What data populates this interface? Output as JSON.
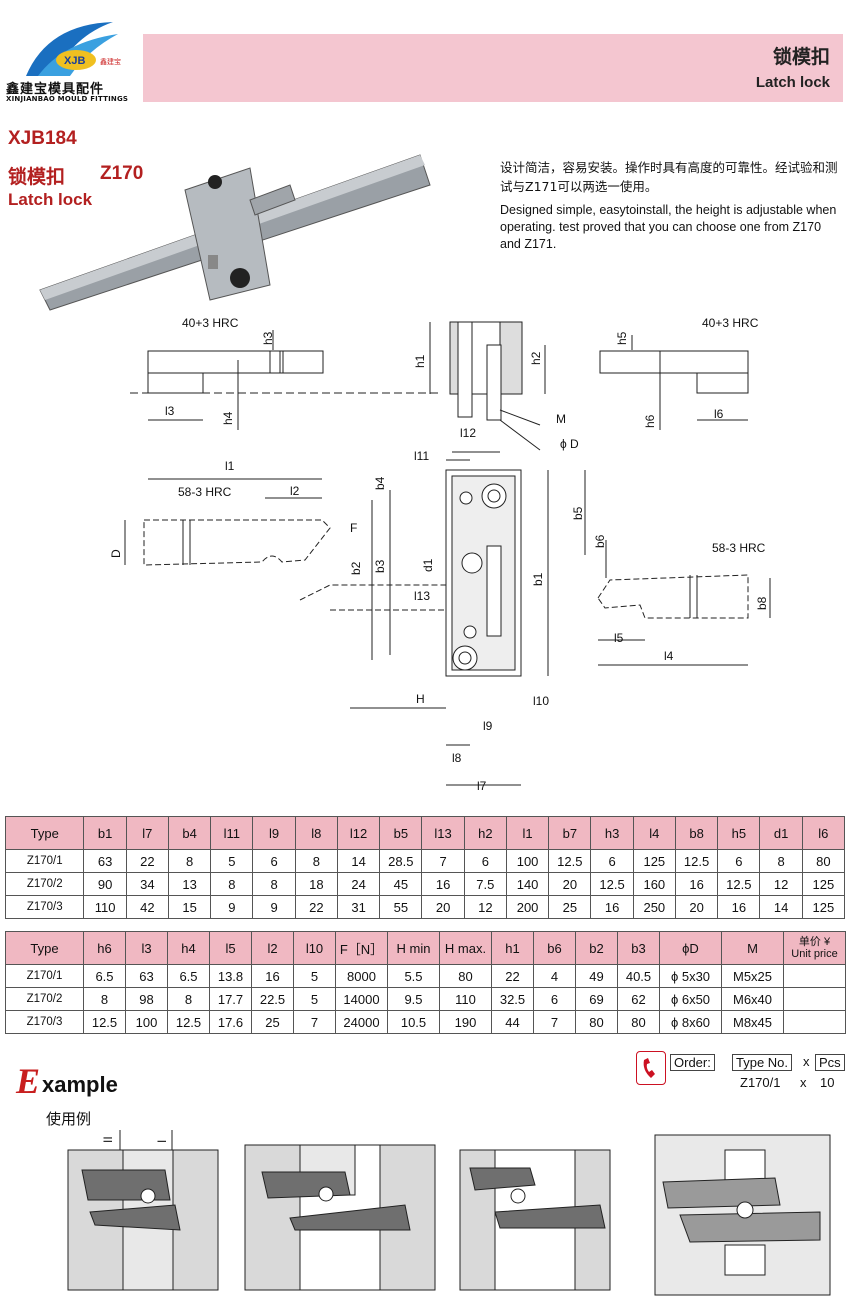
{
  "header": {
    "logo_text": "XJB",
    "logo_sub": "鑫建宝",
    "brand_cn": "鑫建宝模具配件",
    "brand_en": "XINJIANBAO MOULD FITTINGS",
    "title_cn": "锁模扣",
    "title_en": "Latch lock"
  },
  "product": {
    "code": "XJB184",
    "name_cn": "锁模扣",
    "type": "Z170",
    "name_en": "Latch lock"
  },
  "description": {
    "cn": "设计简洁，容易安装。操作时具有高度的可靠性。经试验和测试与Z171可以两选一使用。",
    "en": "Designed simple, easytoinstall, the height is adjustable when operating. test proved that you can choose one from Z170 and Z171."
  },
  "dims": {
    "hrc40a": "40+3 HRC",
    "hrc40b": "40+3 HRC",
    "hrc58a": "58-3 HRC",
    "hrc58b": "58-3 HRC",
    "h1": "h1",
    "h2": "h2",
    "h3": "h3",
    "h4": "h4",
    "h5": "h5",
    "h6": "h6",
    "l3": "l3",
    "l6": "l6",
    "M": "M",
    "D": "ϕ D",
    "Dcap": "D",
    "F": "F",
    "l1": "l1",
    "l2": "l2",
    "l4": "l4",
    "l5": "l5",
    "l7": "l7",
    "l8": "l8",
    "l9": "l9",
    "l10": "l10",
    "l11": "l11",
    "l12": "l12",
    "l13": "l13",
    "b1": "b1",
    "b2": "b2",
    "b3": "b3",
    "b4": "b4",
    "b5": "b5",
    "b6": "b6",
    "b8": "b8",
    "d1": "d1",
    "H": "H"
  },
  "table1": {
    "headers": [
      "Type",
      "b1",
      "l7",
      "b4",
      "l11",
      "l9",
      "l8",
      "l12",
      "b5",
      "l13",
      "h2",
      "l1",
      "b7",
      "h3",
      "l4",
      "b8",
      "h5",
      "d1",
      "l6"
    ],
    "rows": [
      [
        "Z170/1",
        "63",
        "22",
        "8",
        "5",
        "6",
        "8",
        "14",
        "28.5",
        "7",
        "6",
        "100",
        "12.5",
        "6",
        "125",
        "12.5",
        "6",
        "8",
        "80"
      ],
      [
        "Z170/2",
        "90",
        "34",
        "13",
        "8",
        "8",
        "18",
        "24",
        "45",
        "16",
        "7.5",
        "140",
        "20",
        "12.5",
        "160",
        "16",
        "12.5",
        "12",
        "125"
      ],
      [
        "Z170/3",
        "110",
        "42",
        "15",
        "9",
        "9",
        "22",
        "31",
        "55",
        "20",
        "12",
        "200",
        "25",
        "16",
        "250",
        "20",
        "16",
        "14",
        "125"
      ]
    ]
  },
  "table2": {
    "headers": [
      "Type",
      "h6",
      "l3",
      "h4",
      "l5",
      "l2",
      "l10",
      "F［N］",
      "H min",
      "H max.",
      "h1",
      "b6",
      "b2",
      "b3",
      "ϕD",
      "M",
      "单价 ¥",
      "Unit price"
    ],
    "rows": [
      [
        "Z170/1",
        "6.5",
        "63",
        "6.5",
        "13.8",
        "16",
        "5",
        "8000",
        "5.5",
        "80",
        "22",
        "4",
        "49",
        "40.5",
        "ϕ 5x30",
        "M5x25",
        ""
      ],
      [
        "Z170/2",
        "8",
        "98",
        "8",
        "17.7",
        "22.5",
        "5",
        "14000",
        "9.5",
        "110",
        "32.5",
        "6",
        "69",
        "62",
        "ϕ 6x50",
        "M6x40",
        ""
      ],
      [
        "Z170/3",
        "12.5",
        "100",
        "12.5",
        "17.6",
        "25",
        "7",
        "24000",
        "10.5",
        "190",
        "44",
        "7",
        "80",
        "80",
        "ϕ 8x60",
        "M8x45",
        ""
      ]
    ]
  },
  "order": {
    "label": "Order:",
    "type_no": "Type No.",
    "x": "x",
    "pcs": "Pcs",
    "example_type": "Z170/1",
    "example_qty": "10"
  },
  "example": {
    "E": "E",
    "word": "xample",
    "cn": "使用例",
    "mark_ii": "II",
    "mark_i": "I"
  }
}
